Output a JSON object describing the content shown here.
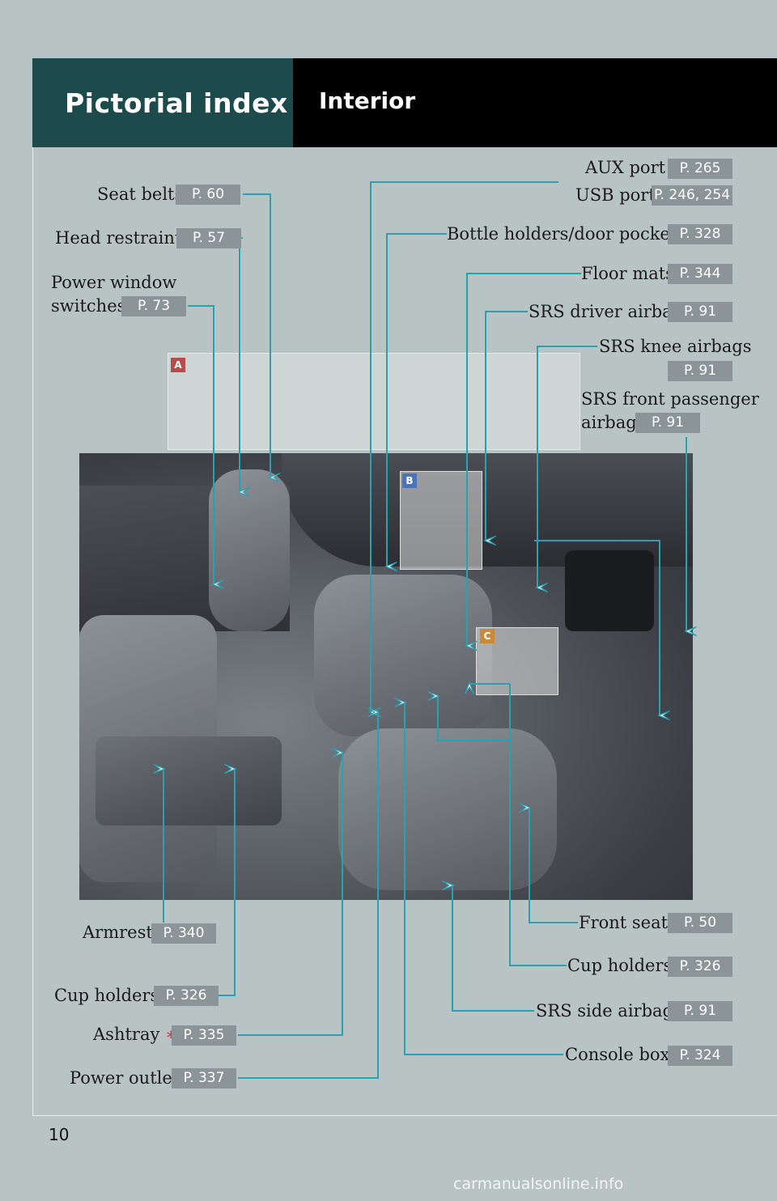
{
  "header": {
    "title": "Pictorial index",
    "subtitle": "Interior"
  },
  "insets": {
    "a": "A",
    "b": "B",
    "c": "C"
  },
  "labels": {
    "seat_belts": "Seat belts",
    "seat_belts_p": "P. 60",
    "head_restraints": "Head restraints",
    "head_restraints_p": "P. 57",
    "power_window_1": "Power window",
    "power_window_2": "switches",
    "power_window_p": "P. 73",
    "aux_port": "AUX port",
    "aux_port_p": "P. 265",
    "usb_port": "USB port",
    "usb_port_p": "P. 246, 254",
    "bottle_holders": "Bottle holders/door pockets",
    "bottle_holders_p": "P. 328",
    "floor_mats": "Floor mats",
    "floor_mats_p": "P. 344",
    "srs_driver": "SRS driver airbag",
    "srs_driver_p": "P. 91",
    "srs_knee": "SRS knee airbags",
    "srs_knee_p": "P. 91",
    "srs_front_1": "SRS front passenger",
    "srs_front_2": "airbag",
    "srs_front_p": "P. 91",
    "armrest": "Armrest",
    "armrest_p": "P. 340",
    "cup_holders_l": "Cup holders",
    "cup_holders_l_p": "P. 326",
    "ashtray": "Ashtray",
    "ashtray_mark": "∗",
    "ashtray_p": "P. 335",
    "power_outlet": "Power outlet",
    "power_outlet_p": "P. 337",
    "front_seats": "Front seats",
    "front_seats_p": "P. 50",
    "cup_holders_r": "Cup holders",
    "cup_holders_r_p": "P. 326",
    "srs_side": "SRS side airbags",
    "srs_side_p": "P. 91",
    "console_box": "Console box",
    "console_box_p": "P. 324"
  },
  "footer": {
    "page_number": "10",
    "watermark": "carmanualsonline.info"
  },
  "colors": {
    "header_left": "#1d4b4b",
    "header_right": "#000000",
    "leader": "#2aa0b0",
    "page_chip": "#8b9496",
    "badge_a": "#b84b4b",
    "badge_b": "#4a73b8",
    "badge_c": "#c98a3a"
  }
}
